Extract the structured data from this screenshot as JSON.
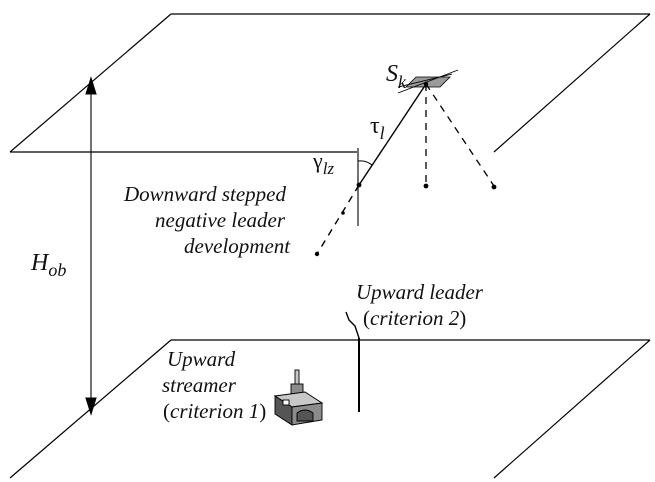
{
  "labels": {
    "sk_main": "S",
    "sk_sub": "k",
    "tau_main": "τ",
    "tau_sub": "l",
    "gamma_main": "γ",
    "gamma_sub": "lz",
    "hob_main": "H",
    "hob_sub": "ob",
    "downward_line1": "Downward stepped",
    "downward_line2": "negative leader",
    "downward_line3": "development",
    "upward_leader_line1": "Upward leader",
    "upward_leader_line2_open": "(",
    "upward_leader_line2_it": "criterion 2",
    "upward_leader_line2_close": ")",
    "upward_streamer_line1": "Upward",
    "upward_streamer_line2": "streamer",
    "upward_streamer_line3_open": "(",
    "upward_streamer_line3_it": "criterion 1",
    "upward_streamer_line3_close": ")"
  },
  "colors": {
    "stroke": "#000000",
    "cloud_patch": "#9a9a9a",
    "device_dark": "#555555",
    "device_mid": "#8c8c8c",
    "device_light": "#c8c8c8"
  }
}
